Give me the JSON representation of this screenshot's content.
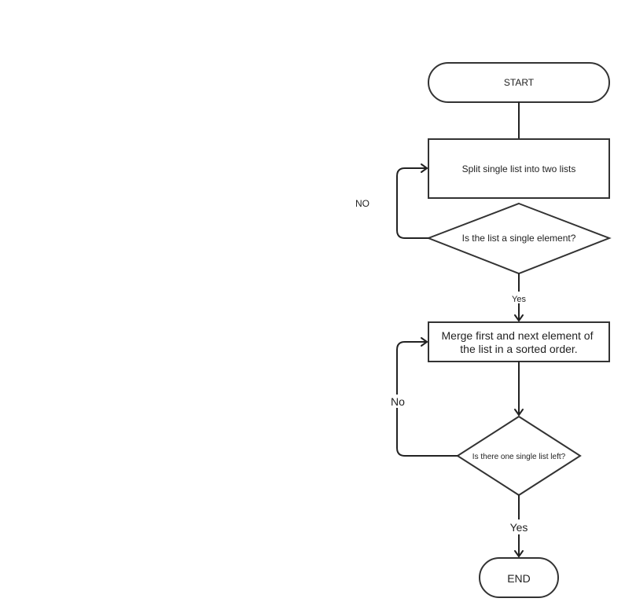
{
  "nodes": {
    "start": "START",
    "split": "Split single list into two lists",
    "single_check": "Is the list a single element?",
    "merge_line1": "Merge first and next element of",
    "merge_line2": "the list in a sorted order.",
    "one_left_check": "Is there one single list left?",
    "end": "END"
  },
  "edges": {
    "no_upper": "NO",
    "yes_upper": "Yes",
    "no_lower": "No",
    "yes_lower": "Yes"
  },
  "colors": {
    "stroke": "#333333",
    "fill": "#ffffff",
    "text": "#222222"
  }
}
